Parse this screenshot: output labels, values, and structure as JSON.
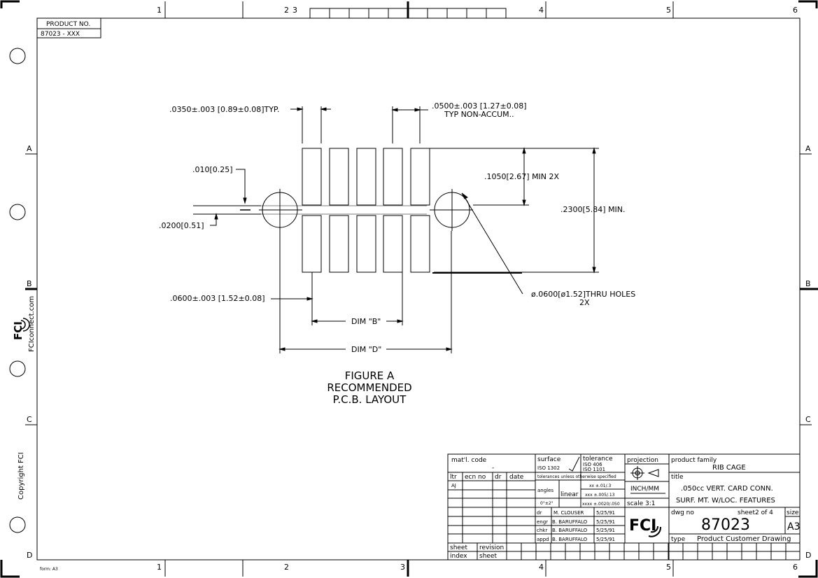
{
  "product_box": {
    "label": "PRODUCT NO.",
    "value": "87023 - XXX"
  },
  "zones": {
    "columns": [
      "1",
      "2",
      "3",
      "4",
      "5",
      "6"
    ],
    "rows": [
      "A",
      "B",
      "C",
      "D"
    ]
  },
  "side": {
    "website": "FCIconnect.com",
    "copyright": "Copyright FCI",
    "form": "form: A3"
  },
  "dims": {
    "pad_width": ".0350±.003  [0.89±0.08]TYP.",
    "pitch": ".0500±.003  [1.27±0.08]",
    "pitch_note": "TYP  NON-ACCUM..",
    "offset_010": ".010[0.25]",
    "offset_0200": ".0200[0.51]",
    "gap_1050": ".1050[2.67]  MIN  2X",
    "span_2300": ".2300[5.84]  MIN.",
    "edge_0600": ".0600±.003  [1.52±0.08]",
    "holes": "ø.0600[ø1.52]THRU  HOLES",
    "holes_qty": "2X",
    "dim_b": "DIM  \"B\"",
    "dim_d": "DIM  \"D\""
  },
  "figure": {
    "line1": "FIGURE  A",
    "line2": "RECOMMENDED",
    "line3": "P.C.B.  LAYOUT"
  },
  "title_block": {
    "matl_code_label": "mat'l. code",
    "matl_code_value": "-",
    "surface_label": "surface",
    "surface_value": "ISO  1302",
    "tolerance_label": "tolerance",
    "tolerance_iso1": "ISO  406",
    "tolerance_iso2": "ISO  1101",
    "tolerance_note": "tolerances unless otherwise specified",
    "rev_headers": [
      "ltr",
      "ecn  no",
      "dr",
      "date"
    ],
    "rev_ltr": "AJ",
    "angles_label": "angles",
    "angles_value": "0°±2°",
    "linear_label": "linear",
    "tol_xx": "xx  ±.01/.3",
    "tol_xxx": "xxx  ±.005/.13",
    "tol_xxxx": "xxxx  ±.0020/.050",
    "projection_label": "projection",
    "units": "INCH/MM",
    "scale": "scale  3:1",
    "signoff": [
      {
        "role": "dr",
        "name": "M.  CLOUSER",
        "date": "5/25/91"
      },
      {
        "role": "engr",
        "name": "B.  BARUFFALO",
        "date": "5/25/91"
      },
      {
        "role": "chkr",
        "name": "B.  BARUFFALO",
        "date": "5/25/91"
      },
      {
        "role": "appd",
        "name": "B.  BARUFFALO",
        "date": "5/25/91"
      }
    ],
    "logo": "FCI",
    "product_family_label": "product  family",
    "product_family_value": "RIB  CAGE",
    "title_label": "title",
    "title_line1": ".050cc  VERT.  CARD  CONN.",
    "title_line2": "SURF.  MT.  W/LOC.  FEATURES",
    "dwg_no_label": "dwg  no",
    "sheet_label": "sheet2  of  4",
    "size_label": "size",
    "size_value": "A3",
    "dwg_no_value": "87023",
    "type_label": "type",
    "type_value": "Product  Customer  Drawing",
    "sheet_index": "sheet",
    "index_label": "index",
    "revision_label": "revision",
    "revision_sheet": "sheet"
  }
}
